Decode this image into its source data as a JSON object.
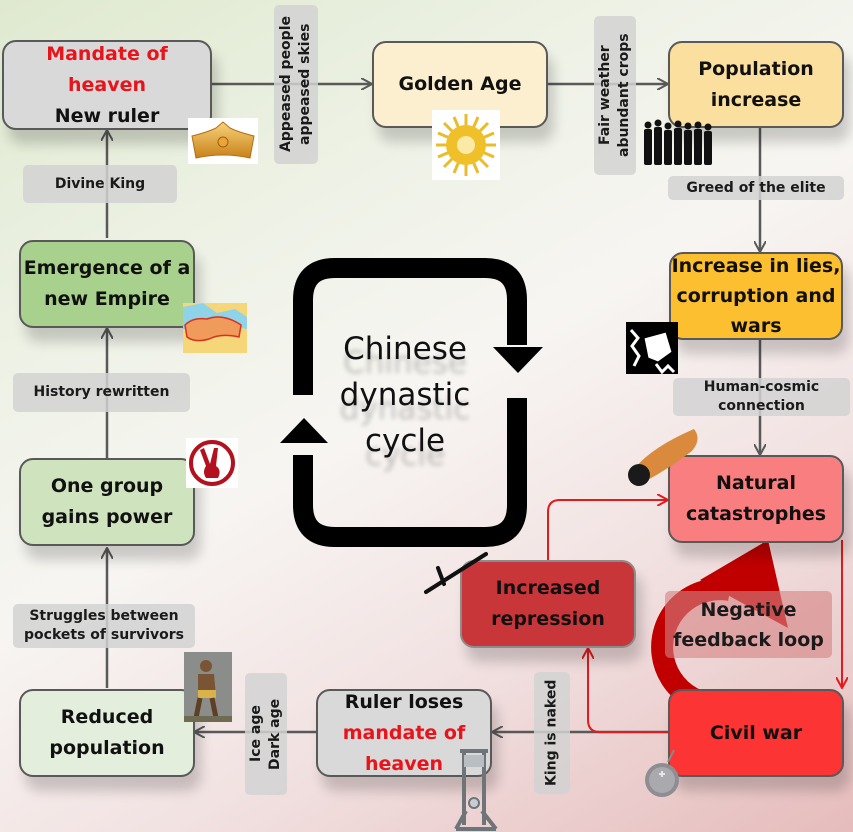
{
  "title": {
    "line1": "Chinese",
    "line2": "dynastic",
    "line3": "cycle"
  },
  "nodes": {
    "mandate": {
      "line1": "Mandate of",
      "line2": "heaven",
      "line3": "New ruler"
    },
    "golden_age": {
      "line1": "Golden Age"
    },
    "population_increase": {
      "line1": "Population",
      "line2": "increase"
    },
    "lies_corruption": {
      "line1": "Increase in lies,",
      "line2": "corruption and",
      "line3": "wars"
    },
    "natural_catastrophes": {
      "line1": "Natural",
      "line2": "catastrophes"
    },
    "civil_war": {
      "line1": "Civil war"
    },
    "increased_repression": {
      "line1": "Increased",
      "line2": "repression"
    },
    "ruler_loses": {
      "line1": "Ruler loses",
      "line2": "mandate of",
      "line3": "heaven"
    },
    "reduced_population": {
      "line1": "Reduced",
      "line2": "population"
    },
    "one_group": {
      "line1": "One group",
      "line2": "gains power"
    },
    "new_empire": {
      "line1": "Emergence of a",
      "line2": "new Empire"
    }
  },
  "labels": {
    "appeased": {
      "line1": "Appeased people",
      "line2": "appeased skies"
    },
    "fair_weather": {
      "line1": "Fair weather",
      "line2": "abundant crops"
    },
    "greed": "Greed of the elite",
    "human_cosmic": {
      "line1": "Human-cosmic",
      "line2": "connection"
    },
    "negative_feedback": {
      "line1": "Negative",
      "line2": "feedback loop"
    },
    "king_naked": "King is naked",
    "ice_age": {
      "line1": "Ice age",
      "line2": "Dark age"
    },
    "struggles": {
      "line1": "Struggles between",
      "line2": "pockets of survivors"
    },
    "history": "History rewritten",
    "divine_king": "Divine King"
  },
  "icons": [
    "crown-icon",
    "sun-icon",
    "crowd-icon",
    "fist-icon",
    "meteor-icon",
    "baton-icon",
    "bomb-icon",
    "guillotine-icon",
    "caveman-icon",
    "victory-sign-icon",
    "empire-map-icon"
  ],
  "colors": {
    "mandate_fill": "#d9d9d9",
    "golden_fill": "#fbefcf",
    "population_fill": "#fbdf9f",
    "lies_fill": "#fbbf30",
    "catastrophe_fill": "#f97e80",
    "civil_war_fill": "#fd3434",
    "repression_fill": "#c8363a",
    "reduced_fill": "#e3efdc",
    "one_group_fill": "#cfe3bf",
    "empire_fill": "#a9d18e",
    "red_link": "#e41a1c",
    "feedback_arrow": "#c00000"
  }
}
